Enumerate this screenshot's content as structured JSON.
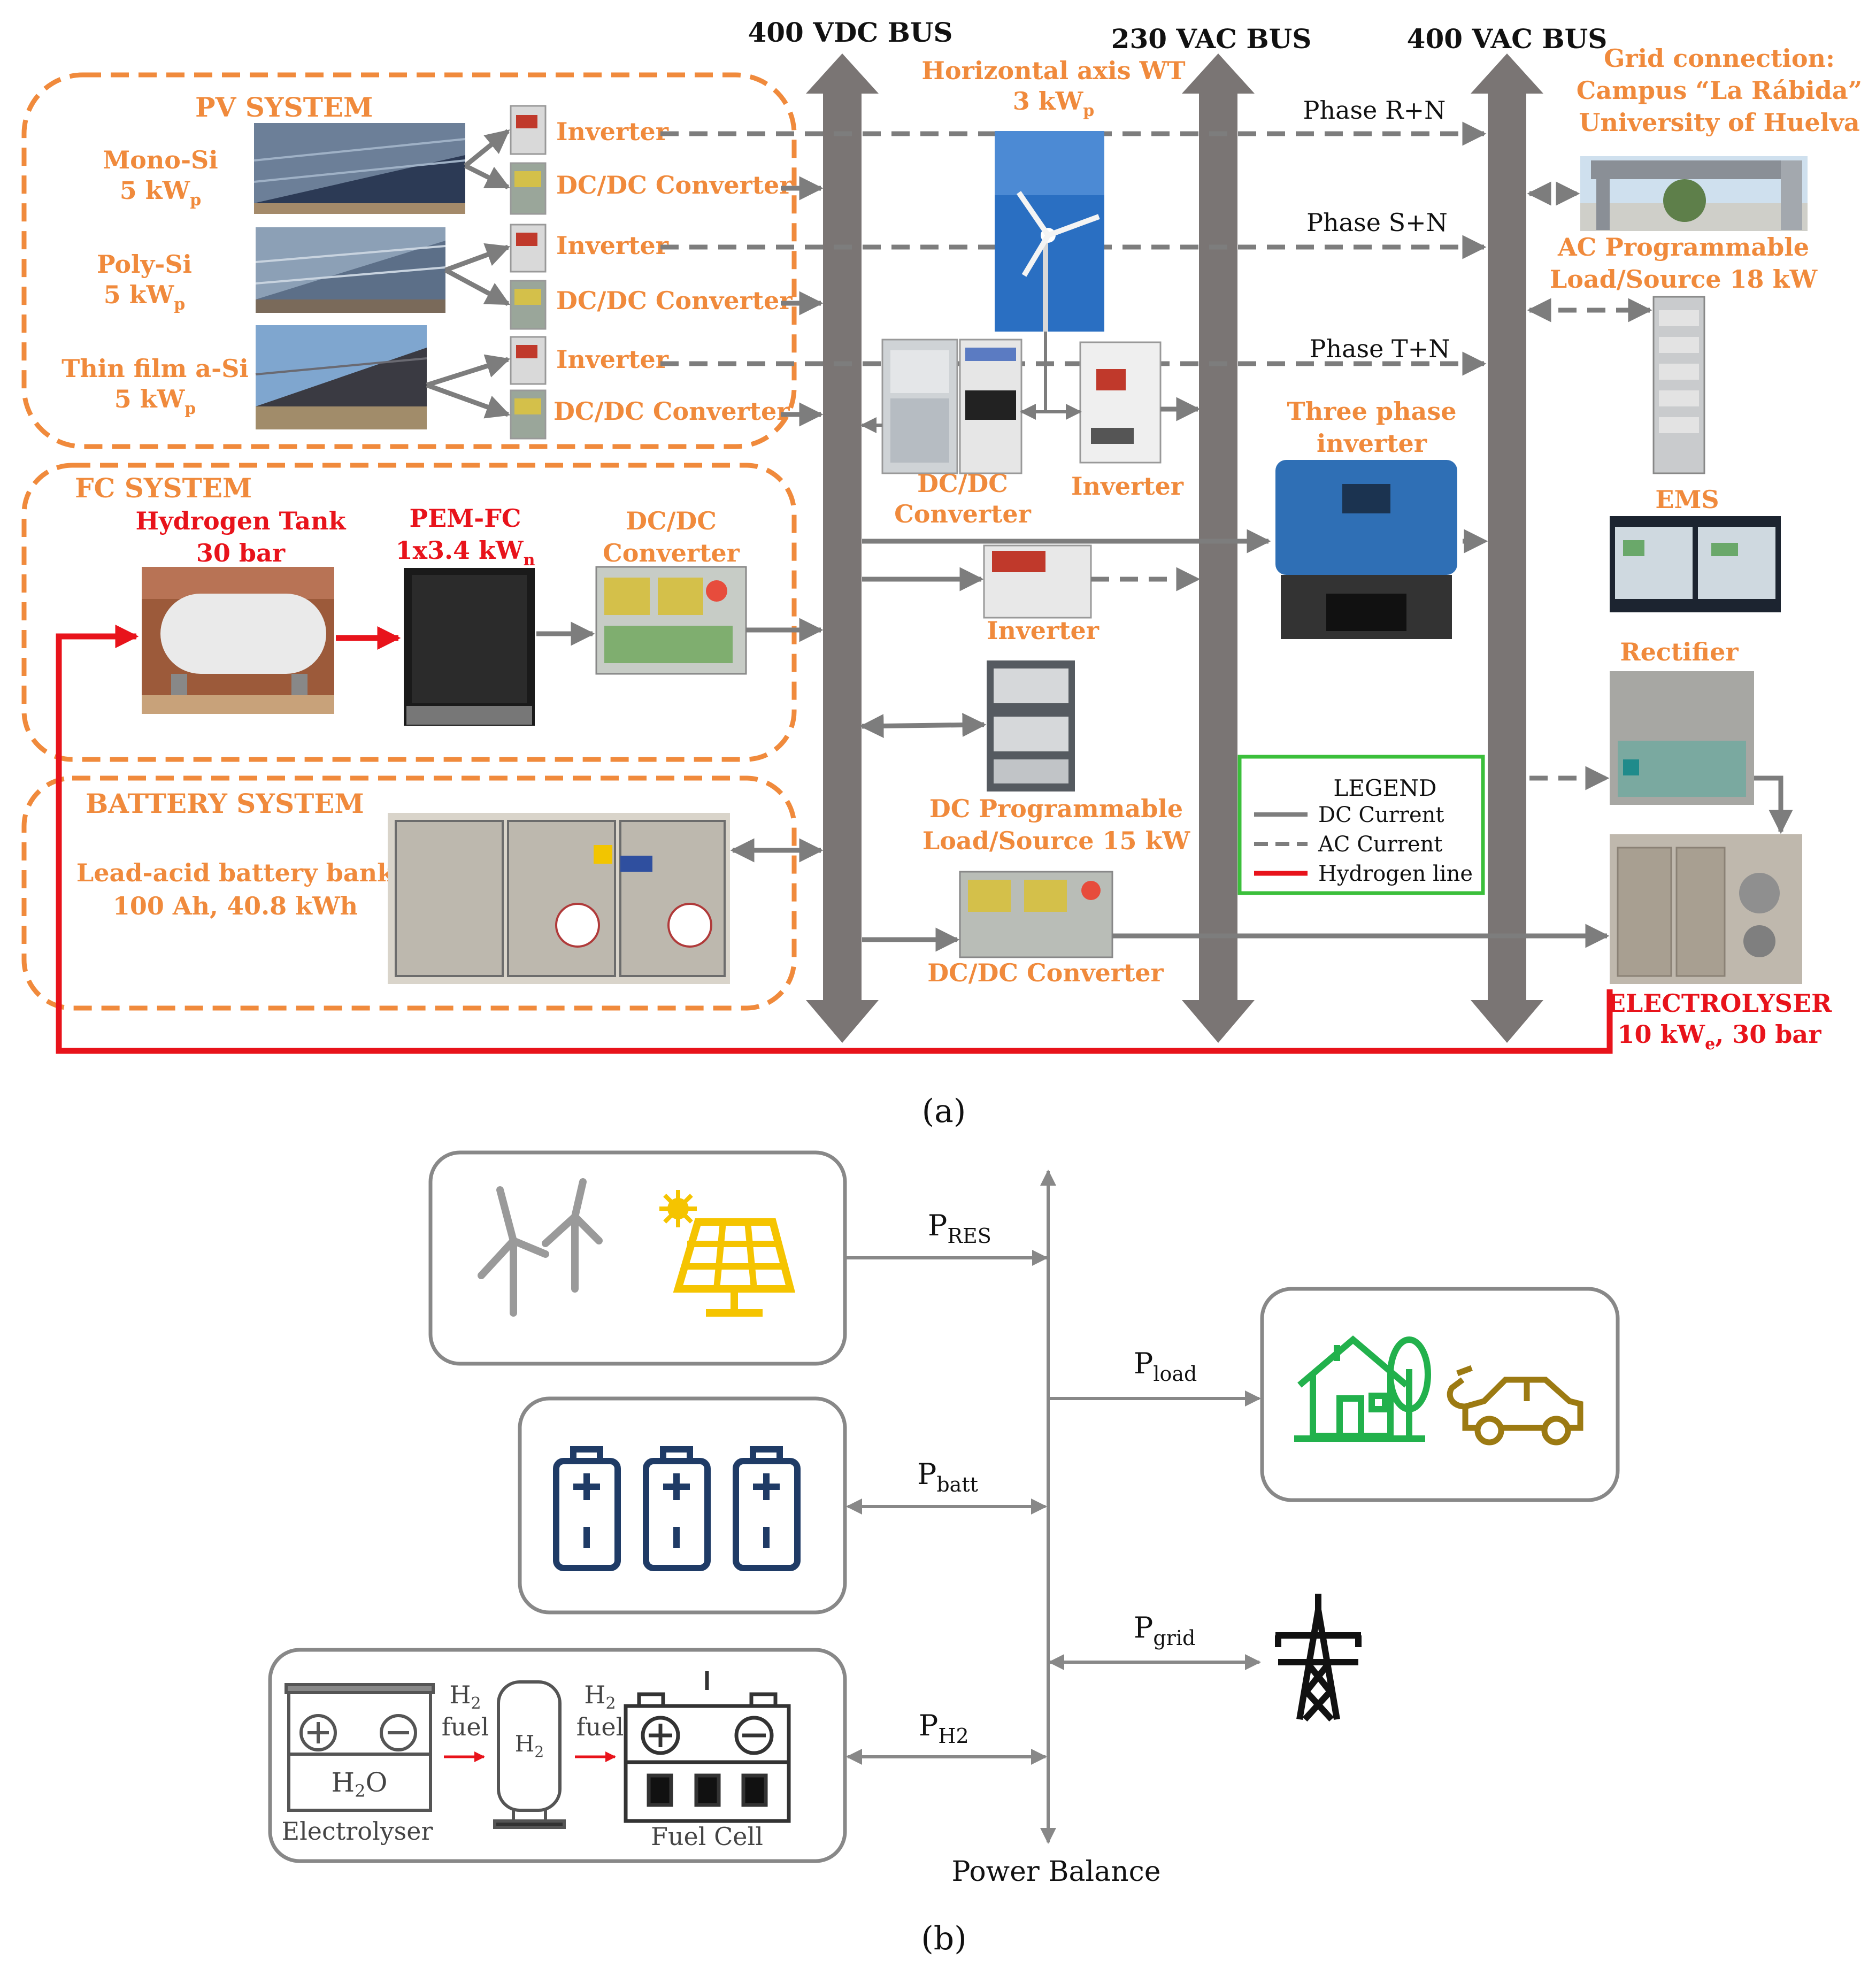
{
  "panel_a": {
    "buses": {
      "dc400": "400 VDC BUS",
      "ac230": "230 VAC BUS",
      "ac400": "400 VAC BUS"
    },
    "pv": {
      "title": "PV SYSTEM",
      "mono": {
        "name": "Mono-Si",
        "value": "5 kW",
        "sub": "p"
      },
      "poly": {
        "name": "Poly-Si",
        "value": "5 kW",
        "sub": "p"
      },
      "thin": {
        "name": "Thin film a-Si",
        "value": "5 kW",
        "sub": "p"
      },
      "inverter": "Inverter",
      "dcdc": "DC/DC Converter"
    },
    "wt": {
      "line1": "Horizontal axis WT",
      "value": "3 kW",
      "sub": "p"
    },
    "wt_dcdc": {
      "line1": "DC/DC",
      "line2": "Converter"
    },
    "wt_inverter": "Inverter",
    "phases": {
      "r": "Phase R+N",
      "s": "Phase S+N",
      "t": "Phase T+N"
    },
    "grid": {
      "line1": "Grid connection:",
      "line2": "Campus “La Rábida”",
      "line3": "University of Huelva"
    },
    "ac_load": {
      "line1": "AC Programmable",
      "line2": "Load/Source 18 kW"
    },
    "three_phase": {
      "line1": "Three phase",
      "line2": "inverter"
    },
    "ems": "EMS",
    "rectifier": "Rectifier",
    "electrolyser": {
      "line1": "ELECTROLYSER",
      "line2a": "10 kW",
      "line2sub": "e",
      "line2b": ", 30 bar"
    },
    "fc": {
      "title": "FC SYSTEM",
      "tank1": "Hydrogen Tank",
      "tank2": "30 bar",
      "pem1": "PEM-FC",
      "pem2a": "1x3.4 kW",
      "pem2sub": "n",
      "conv1": "DC/DC",
      "conv2": "Converter"
    },
    "mid_inverter": "Inverter",
    "dc_load": {
      "line1": "DC Programmable",
      "line2": "Load/Source 15 kW"
    },
    "battery": {
      "title": "BATTERY SYSTEM",
      "line1": "Lead-acid battery bank",
      "line2": "100 Ah, 40.8 kWh"
    },
    "bottom_dcdc": "DC/DC Converter",
    "legend": {
      "title": "LEGEND",
      "dc": "DC Current",
      "ac": "AC Current",
      "h2": "Hydrogen line"
    },
    "caption": "(a)"
  },
  "panel_b": {
    "p_res": {
      "base": "P",
      "sub": "RES"
    },
    "p_batt": {
      "base": "P",
      "sub": "batt"
    },
    "p_h2": {
      "base": "P",
      "sub": "H2"
    },
    "p_load": {
      "base": "P",
      "sub": "load"
    },
    "p_grid": {
      "base": "P",
      "sub": "grid"
    },
    "power_balance": "Power Balance",
    "electrolyser": "Electrolyser",
    "fuel_cell": "Fuel Cell",
    "h2_label": {
      "base": "H",
      "sub": "2"
    },
    "fuel": "fuel",
    "tank_label": {
      "base": "H",
      "sub": "2"
    },
    "water_label": {
      "base": "H",
      "sub": "2",
      "tail": "O"
    },
    "caption": "(b)"
  },
  "colors": {
    "orange": "#f08a3c",
    "red": "#e8131b",
    "bus_gray": "#7a7574",
    "green": "#22b14c",
    "navy": "#1f3b66",
    "gold": "#f5c400"
  }
}
